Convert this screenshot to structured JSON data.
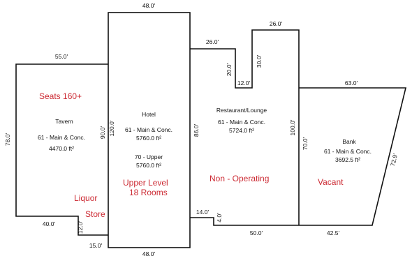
{
  "dimensions": {
    "hotel_top": "48.0'",
    "hotel_bottom": "48.0'",
    "hotel_left": "120.0'",
    "hotel_right": "86.0'",
    "tavern_top": "55.0'",
    "tavern_left": "78.0'",
    "tavern_right": "90.0'",
    "tavern_bottom": "40.0'",
    "liquor_notch_v": "12.0'",
    "liquor_notch_h": "15.0'",
    "rest_top1": "26.0'",
    "rest_top2": "26.0'",
    "rest_v1": "20.0'",
    "rest_v2": "30.0'",
    "rest_notch": "12.0'",
    "rest_right": "100.0'",
    "rest_bottom_step_h": "14.0'",
    "rest_bottom_step_v": "4.0'",
    "rest_bottom": "50.0'",
    "bank_top": "63.0'",
    "bank_left": "70.0'",
    "bank_diag": "72.9'",
    "bank_bottom": "42.5'"
  },
  "spaces": {
    "tavern": {
      "name": "Tavern",
      "zoning": "61 - Main & Conc.",
      "area": "4470.0 ft²"
    },
    "hotel": {
      "name": "Hotel",
      "zoning": "61 - Main & Conc.",
      "area": "5760.0 ft²",
      "upper_zoning": "70 - Upper",
      "upper_area": "5760.0 ft²"
    },
    "restaurant": {
      "name": "Restaurant/Lounge",
      "zoning": "61 - Main & Conc.",
      "area": "5724.0 ft²"
    },
    "bank": {
      "name": "Bank",
      "zoning": "61 - Main & Conc.",
      "area": "3692.5 ft²"
    }
  },
  "annotations": {
    "seats": "Seats 160+",
    "upper_level_1": "Upper Level",
    "upper_level_2": "18 Rooms",
    "liquor_1": "Liquor",
    "liquor_2": "Store",
    "non_operating": "Non - Operating",
    "vacant": "Vacant"
  },
  "colors": {
    "annotation_red": "#cc2a33",
    "line": "#111111"
  }
}
